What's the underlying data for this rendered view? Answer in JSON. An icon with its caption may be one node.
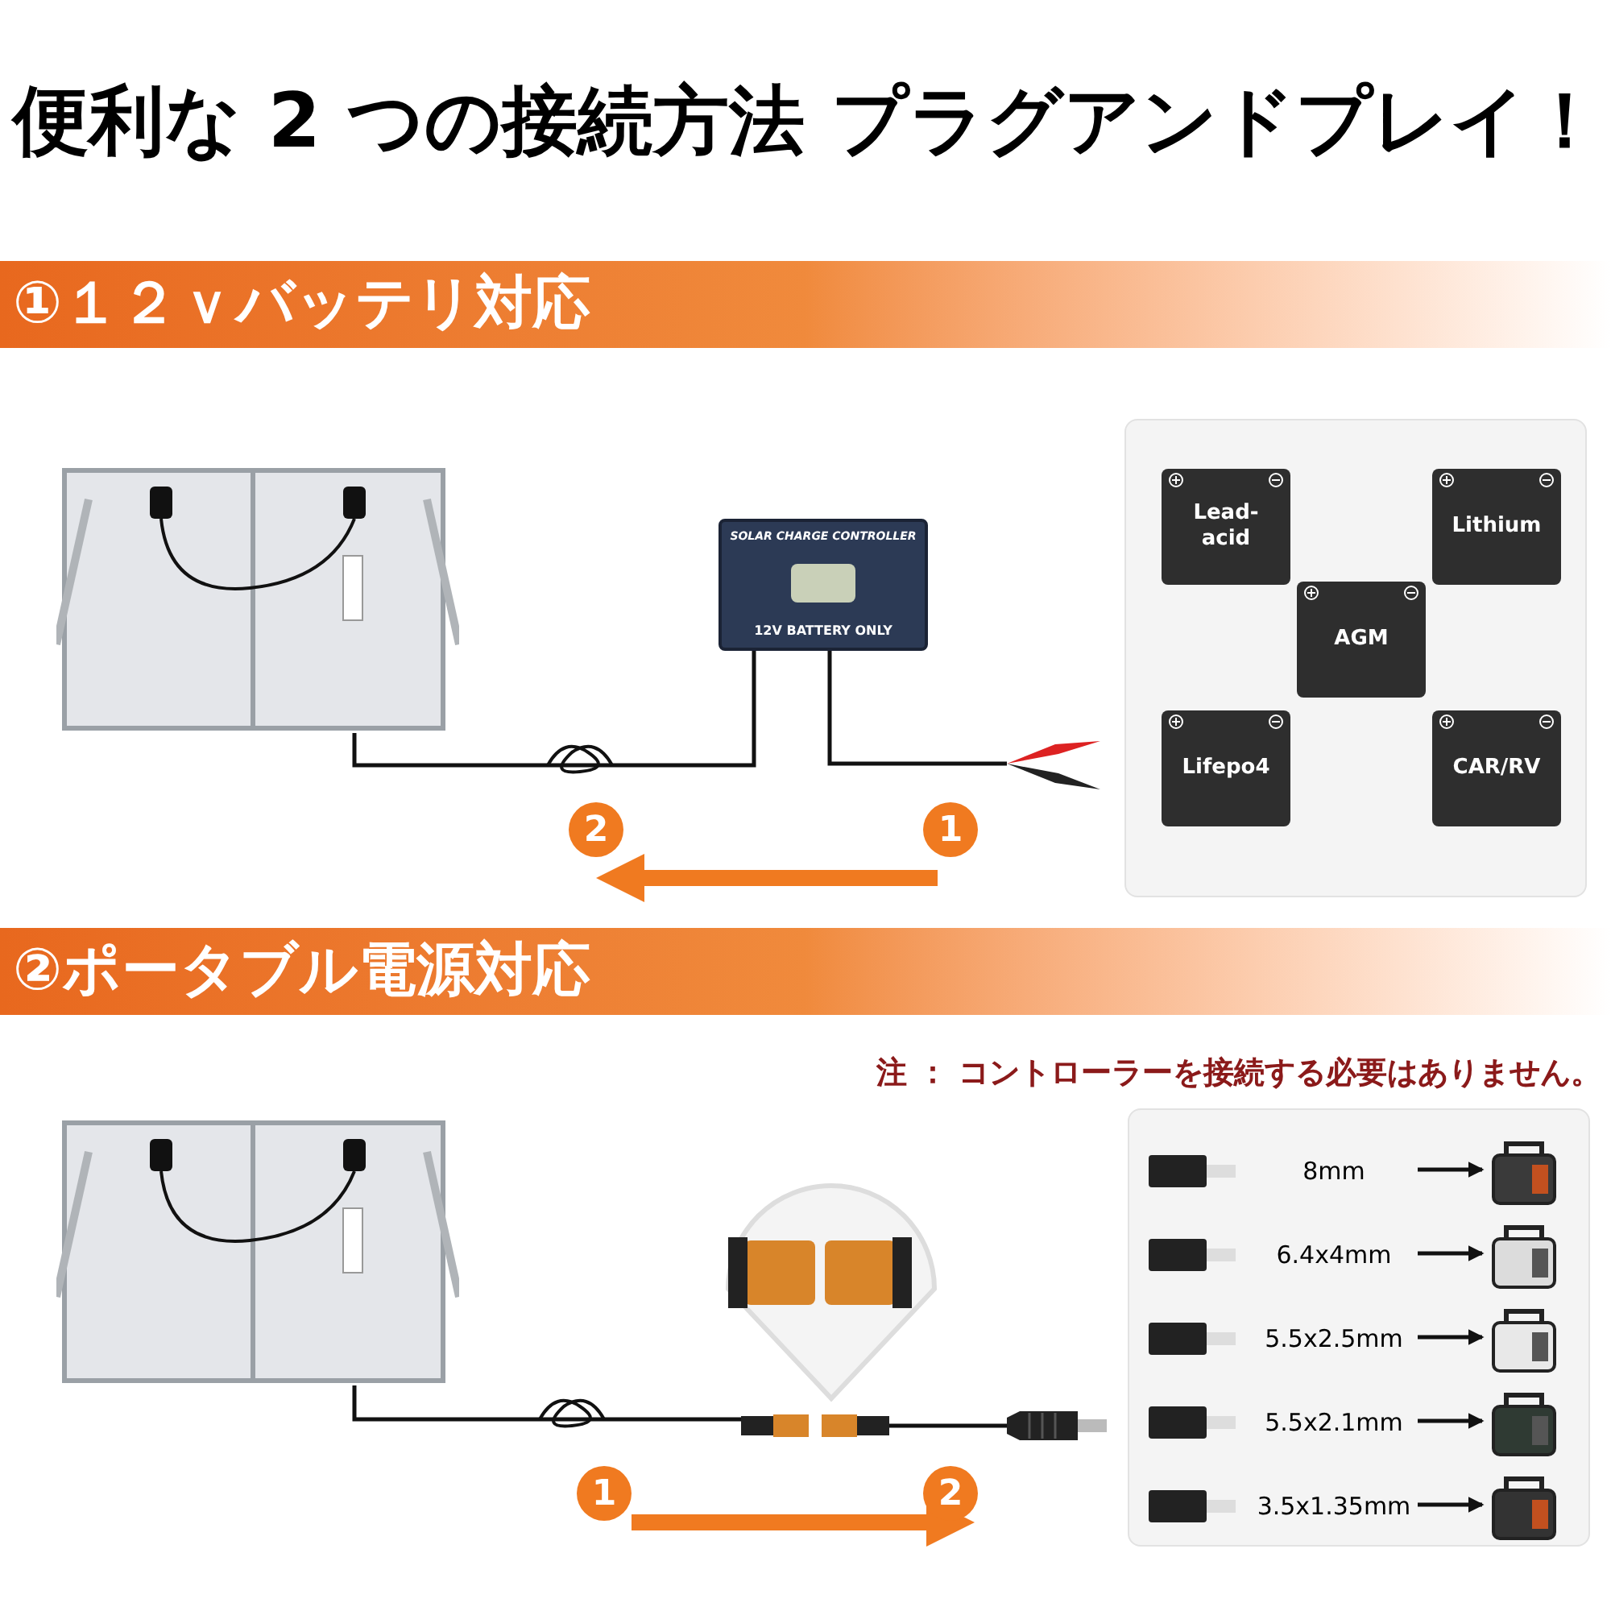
{
  "diagram": {
    "title": "便利な 2 つの接続方法 プラグアンドプレイ！",
    "nodes": [
      {
        "text": [],
        "shape": "picture"
      },
      {
        "text": [
          "SOLAR CHARGE CONTROLLER",
          "12V BATTERY ONLY"
        ]
      },
      {
        "text": [],
        "shape": "picture"
      },
      {
        "text": [],
        "shape": "box"
      },
      {
        "text": [
          "Lead-acid"
        ],
        "in": 3
      },
      {
        "text": [
          "Lithium"
        ],
        "in": 3
      },
      {
        "text": [
          "AGM"
        ],
        "in": 3
      },
      {
        "text": [
          "Lifepo4"
        ],
        "in": 3
      },
      {
        "text": [
          "CAR/RV"
        ],
        "in": 3
      },
      {
        "text": [],
        "shape": "picture"
      },
      {
        "text": [],
        "shape": "picture"
      },
      {
        "text": [],
        "shape": "picture"
      },
      {
        "text": [],
        "shape": "box"
      },
      {
        "text": [
          "8mm"
        ],
        "in": 12
      },
      {
        "text": [],
        "shape": "picture",
        "in": 12
      },
      {
        "text": [
          "6.4x4mm"
        ],
        "in": 12
      },
      {
        "text": [],
        "shape": "picture",
        "in": 12
      },
      {
        "text": [
          "5.5x2.5mm"
        ],
        "in": 12
      },
      {
        "text": [],
        "shape": "picture",
        "in": 12
      },
      {
        "text": [
          "5.5x2.1mm"
        ],
        "in": 12
      },
      {
        "text": [],
        "shape": "picture",
        "in": 12
      },
      {
        "text": [
          "3.5x1.35mm"
        ],
        "in": 12
      },
      {
        "text": [],
        "shape": "picture",
        "in": 12
      }
    ],
    "edges": [
      {
        "from": 0,
        "to": 1,
        "arrow": "none"
      },
      {
        "from": 1,
        "to": 2,
        "arrow": "none"
      },
      {
        "from": 9,
        "to": 10,
        "arrow": "none"
      },
      {
        "from": 10,
        "to": 11,
        "arrow": "none"
      },
      {
        "from": 13,
        "to": 14,
        "arrow": "to"
      },
      {
        "from": 15,
        "to": 16,
        "arrow": "to"
      },
      {
        "from": 17,
        "to": 18,
        "arrow": "to"
      },
      {
        "from": 19,
        "to": 20,
        "arrow": "to"
      },
      {
        "from": 21,
        "to": 22,
        "arrow": "to"
      }
    ],
    "labels": [
      "①１２ｖバッテリ対応",
      "2",
      "1",
      "②ポータブル電源対応",
      "注 ： コントローラーを接続する必要はありません。",
      "1",
      "2"
    ]
  }
}
